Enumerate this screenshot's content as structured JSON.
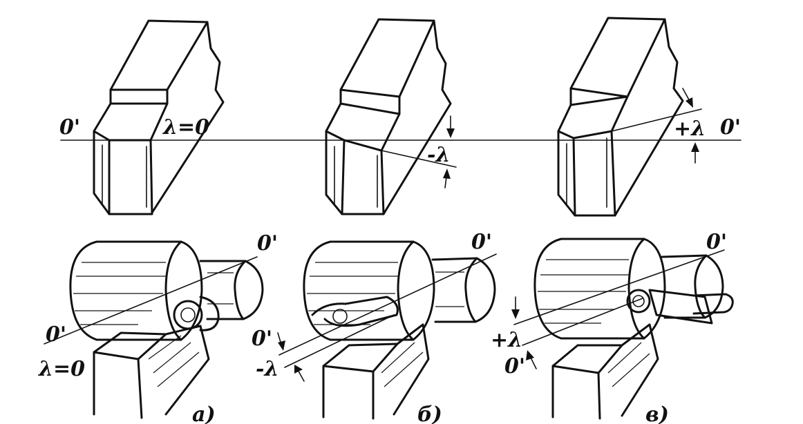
{
  "panels": [
    {
      "id": "a",
      "caption": "а)",
      "top_labels": {
        "axis": "0'",
        "angle": "λ=0"
      },
      "bottom_labels": {
        "axis_top": "0'",
        "axis_left": "0'",
        "angle": "λ=0"
      }
    },
    {
      "id": "b",
      "caption": "б)",
      "top_labels": {
        "angle": "-λ"
      },
      "bottom_labels": {
        "axis_top": "0'",
        "axis_left": "0'",
        "angle": "-λ"
      }
    },
    {
      "id": "v",
      "caption": "в)",
      "top_labels": {
        "axis": "0'",
        "angle": "+λ"
      },
      "bottom_labels": {
        "axis_top": "0'",
        "axis_left": "0'",
        "angle": "+λ"
      }
    }
  ]
}
